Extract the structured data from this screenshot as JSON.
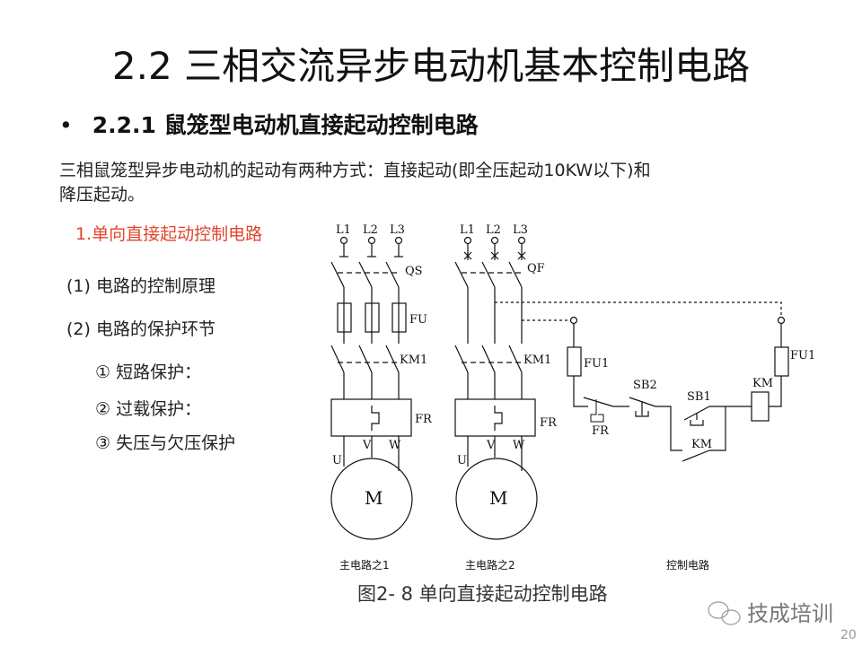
{
  "slide": {
    "title": "2.2 三相交流异步电动机基本控制电路",
    "bullet": "2.2.1 鼠笼型电动机直接起动控制电路",
    "bullet_marker": "•",
    "intro_line1": "三相鼠笼型异步电动机的起动有两种方式：直接起动(即全压起动10KW以下)和",
    "intro_line2": "降压起动。",
    "section": "1.单向直接起动控制电路",
    "points": [
      "(1) 电路的控制原理",
      "(2) 电路的保护环节"
    ],
    "protections": [
      "① 短路保护：",
      "② 过载保护：",
      "③ 失压与欠压保护"
    ],
    "caption": "图2- 8  单向直接起动控制电路",
    "watermark": "技成培训",
    "page_number": "20"
  },
  "diagram": {
    "phases": [
      "L1",
      "L2",
      "L3"
    ],
    "qs": "QS",
    "qf": "QF",
    "fu": "FU",
    "km1": "KM1",
    "fr": "FR",
    "motor": "M",
    "terminals": [
      "U",
      "V",
      "W"
    ],
    "fu1": "FU1",
    "sb1": "SB1",
    "sb2": "SB2",
    "km": "KM",
    "label_main1": "主电路之1",
    "label_main2": "主电路之2",
    "label_control": "控制电路"
  }
}
